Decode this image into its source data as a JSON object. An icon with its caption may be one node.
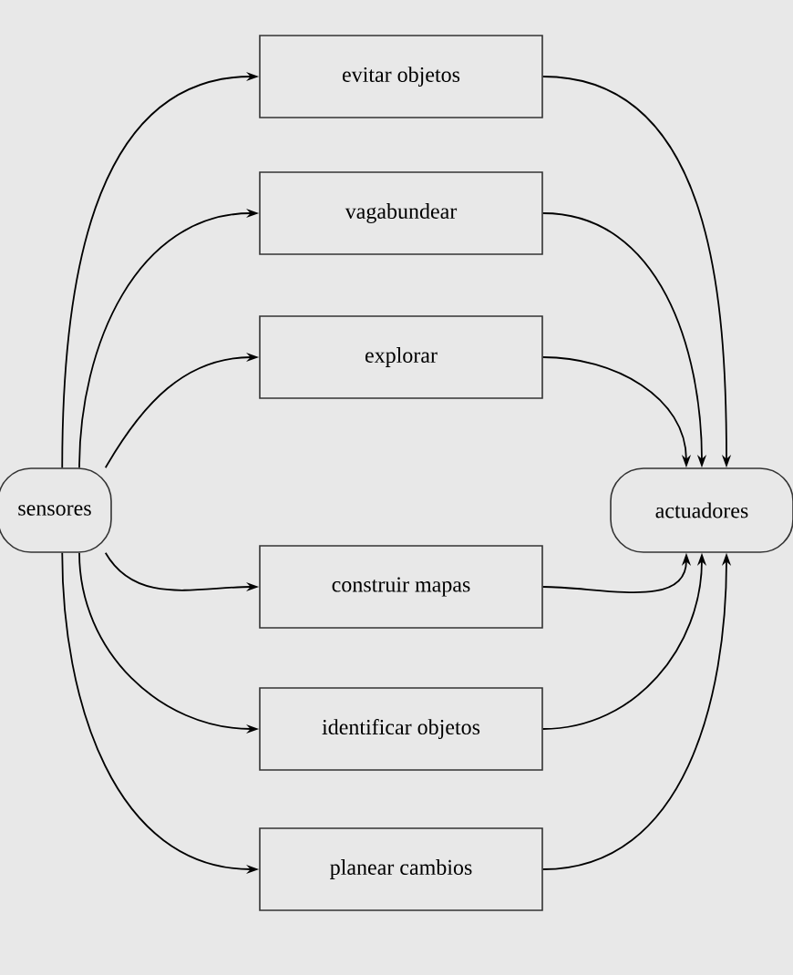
{
  "diagram": {
    "nodes": [
      {
        "text": [
          "sensores"
        ]
      },
      {
        "text": [
          "evitar objetos"
        ]
      },
      {
        "text": [
          "vagabundear"
        ]
      },
      {
        "text": [
          "explorar"
        ]
      },
      {
        "text": [
          "construir mapas"
        ]
      },
      {
        "text": [
          "identificar objetos"
        ]
      },
      {
        "text": [
          "planear cambios"
        ]
      },
      {
        "text": [
          "actuadores"
        ]
      }
    ],
    "edges": [
      {
        "from": 0,
        "to": 1,
        "arrow": "to"
      },
      {
        "from": 0,
        "to": 2,
        "arrow": "to"
      },
      {
        "from": 0,
        "to": 3,
        "arrow": "to"
      },
      {
        "from": 0,
        "to": 4,
        "arrow": "to"
      },
      {
        "from": 0,
        "to": 5,
        "arrow": "to"
      },
      {
        "from": 0,
        "to": 6,
        "arrow": "to"
      },
      {
        "from": 1,
        "to": 7,
        "arrow": "to"
      },
      {
        "from": 2,
        "to": 7,
        "arrow": "to"
      },
      {
        "from": 3,
        "to": 7,
        "arrow": "to"
      },
      {
        "from": 4,
        "to": 7,
        "arrow": "to"
      },
      {
        "from": 5,
        "to": 7,
        "arrow": "to"
      },
      {
        "from": 6,
        "to": 7,
        "arrow": "to"
      }
    ]
  }
}
